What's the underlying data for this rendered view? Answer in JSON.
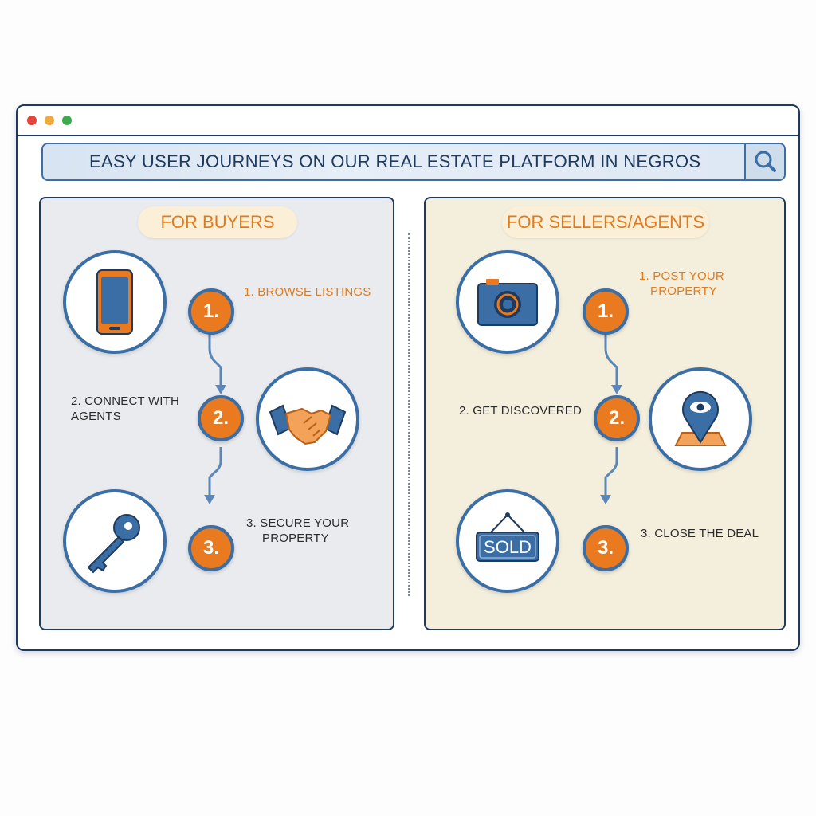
{
  "window": {
    "controls": [
      "close",
      "minimize",
      "maximize"
    ]
  },
  "search": {
    "title": "EASY USER JOURNEYS ON OUR REAL ESTATE PLATFORM IN NEGROS",
    "icon": "search-icon"
  },
  "buyers": {
    "header": "FOR BUYERS",
    "steps": [
      {
        "badge": "1.",
        "label_lines": [
          "1. BROWSE LISTINGS"
        ],
        "icon": "smartphone-icon"
      },
      {
        "badge": "2.",
        "label_lines": [
          "2. CONNECT WITH",
          "AGENTS"
        ],
        "icon": "handshake-icon"
      },
      {
        "badge": "3.",
        "label_lines": [
          "3. SECURE YOUR",
          "PROPERTY"
        ],
        "icon": "key-icon"
      }
    ]
  },
  "sellers": {
    "header": "FOR SELLERS/AGENTS",
    "steps": [
      {
        "badge": "1.",
        "label_lines": [
          "1. POST YOUR",
          "PROPERTY"
        ],
        "icon": "camera-icon"
      },
      {
        "badge": "2.",
        "label_lines": [
          "2. GET DISCOVERED"
        ],
        "icon": "map-pin-eye-icon"
      },
      {
        "badge": "3.",
        "label_lines": [
          "3. CLOSE THE DEAL"
        ],
        "icon": "sold-sign-icon",
        "sign_text": "SOLD"
      }
    ]
  },
  "colors": {
    "accent_orange": "#e97a1f",
    "accent_blue": "#3a6ea5",
    "frame_navy": "#1f3a5f",
    "buyers_bg": "#e9ebee",
    "sellers_bg": "#f4eedd"
  }
}
